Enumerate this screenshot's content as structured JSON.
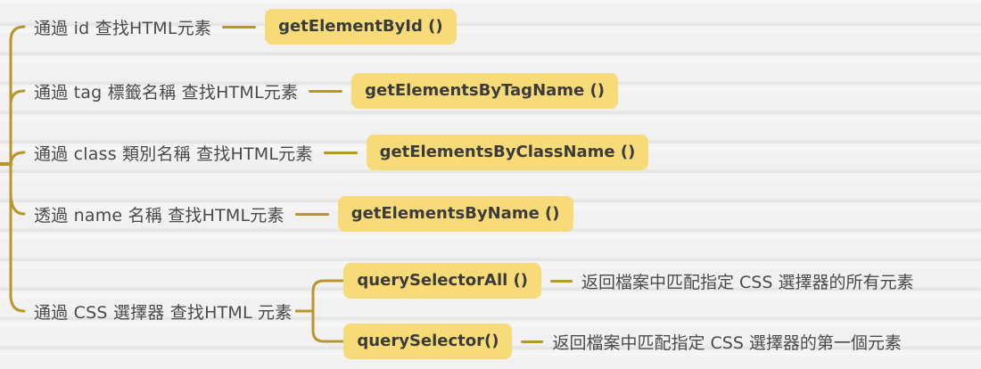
{
  "mindmap": {
    "branches": [
      {
        "label": "通過 id 查找HTML元素",
        "method": "getElementById ()"
      },
      {
        "label": "通過 tag 標籤名稱 查找HTML元素",
        "method": "getElementsByTagName ()"
      },
      {
        "label": "通過 class 類別名稱 查找HTML元素",
        "method": "getElementsByClassName ()"
      },
      {
        "label": "透過 name 名稱 查找HTML元素",
        "method": "getElementsByName ()"
      },
      {
        "label": "通過 CSS 選擇器 查找HTML 元素",
        "children": [
          {
            "method": "querySelectorAll ()",
            "description": "返回檔案中匹配指定 CSS 選擇器的所有元素"
          },
          {
            "method": "querySelector()",
            "description": "返回檔案中匹配指定 CSS 選擇器的第一個元素"
          }
        ]
      }
    ],
    "colors": {
      "branch_line": "#b9962a",
      "highlight_bg": "#f8db79",
      "label_text": "#4a4a4a",
      "method_text": "#3b3b3b",
      "background": "#f1f1f2"
    }
  }
}
